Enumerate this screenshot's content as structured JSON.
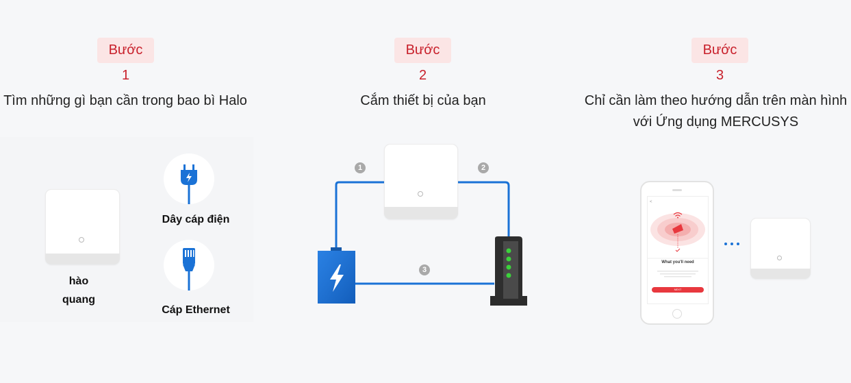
{
  "steps": [
    {
      "badge": "Bước 1",
      "desc": "Tìm những gì bạn cần trong bao bì Halo"
    },
    {
      "badge": "Bước 2",
      "desc": "Cắm thiết bị của bạn"
    },
    {
      "badge": "Bước 3",
      "desc": "Chỉ cần làm theo hướng dẫn trên màn hình\nvới Ứng dụng MERCUSYS"
    }
  ],
  "step1": {
    "halo_label_line1": "hào",
    "halo_label_line2": "quang",
    "power_label": "Dây cáp điện",
    "ethernet_label": "Cáp Ethernet"
  },
  "step2": {
    "markers": [
      "1",
      "2",
      "3"
    ]
  },
  "step3": {
    "phone_title": "What you'll need",
    "phone_button": "NEXT"
  },
  "icons": {
    "power": "power-plug-icon",
    "ethernet": "ethernet-plug-icon",
    "battery": "battery-lightning-icon",
    "modem": "modem-icon",
    "wifi": "wifi-icon"
  },
  "colors": {
    "badge_bg": "#fbe5e5",
    "badge_text": "#c8202b",
    "accent_blue": "#1a72d6",
    "led_green": "#3bd23b",
    "app_red": "#e8383e"
  }
}
